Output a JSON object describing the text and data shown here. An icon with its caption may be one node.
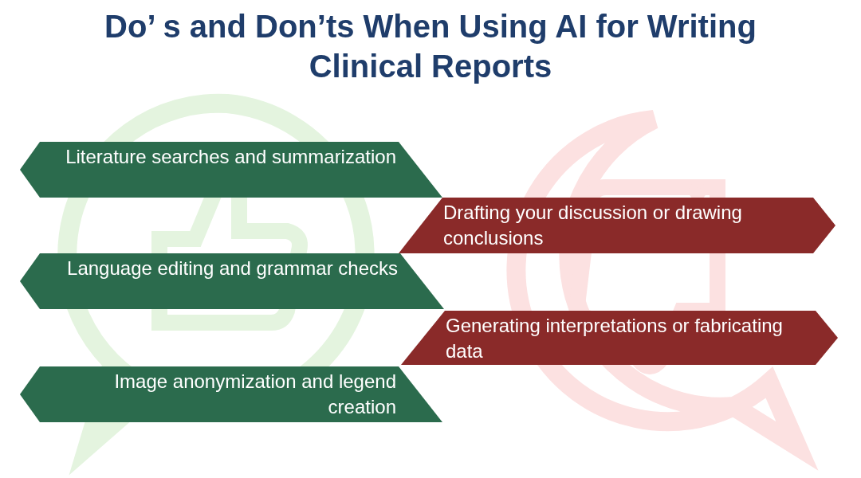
{
  "diagram": {
    "title": "Do’ s and Don’ts When Using AI for Writing Clinical Reports",
    "nodes": [
      {
        "text": [
          "Literature searches and summarization"
        ]
      },
      {
        "text": [
          "Drafting your discussion or drawing conclusions"
        ]
      },
      {
        "text": [
          "Language editing and grammar checks"
        ]
      },
      {
        "text": [
          "Generating interpretations or fabricating data"
        ]
      },
      {
        "text": [
          "Image anonymization and legend creation"
        ]
      }
    ]
  }
}
